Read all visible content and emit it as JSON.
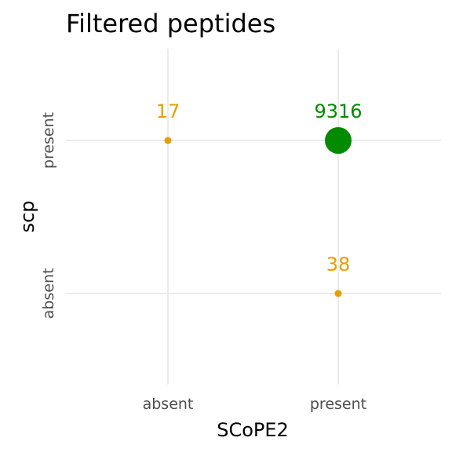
{
  "chart_data": {
    "type": "scatter",
    "title": "Filtered peptides",
    "xlabel": "SCoPE2",
    "ylabel": "scp",
    "x_categories": [
      "absent",
      "present"
    ],
    "y_categories": [
      "absent",
      "present"
    ],
    "grid": true,
    "legend": "none",
    "points": [
      {
        "x": "absent",
        "y": "present",
        "value": 17,
        "label": "17",
        "color": "#E69F00"
      },
      {
        "x": "present",
        "y": "present",
        "value": 9316,
        "label": "9316",
        "color": "#008B00"
      },
      {
        "x": "present",
        "y": "absent",
        "value": 38,
        "label": "38",
        "color": "#E69F00"
      }
    ]
  }
}
